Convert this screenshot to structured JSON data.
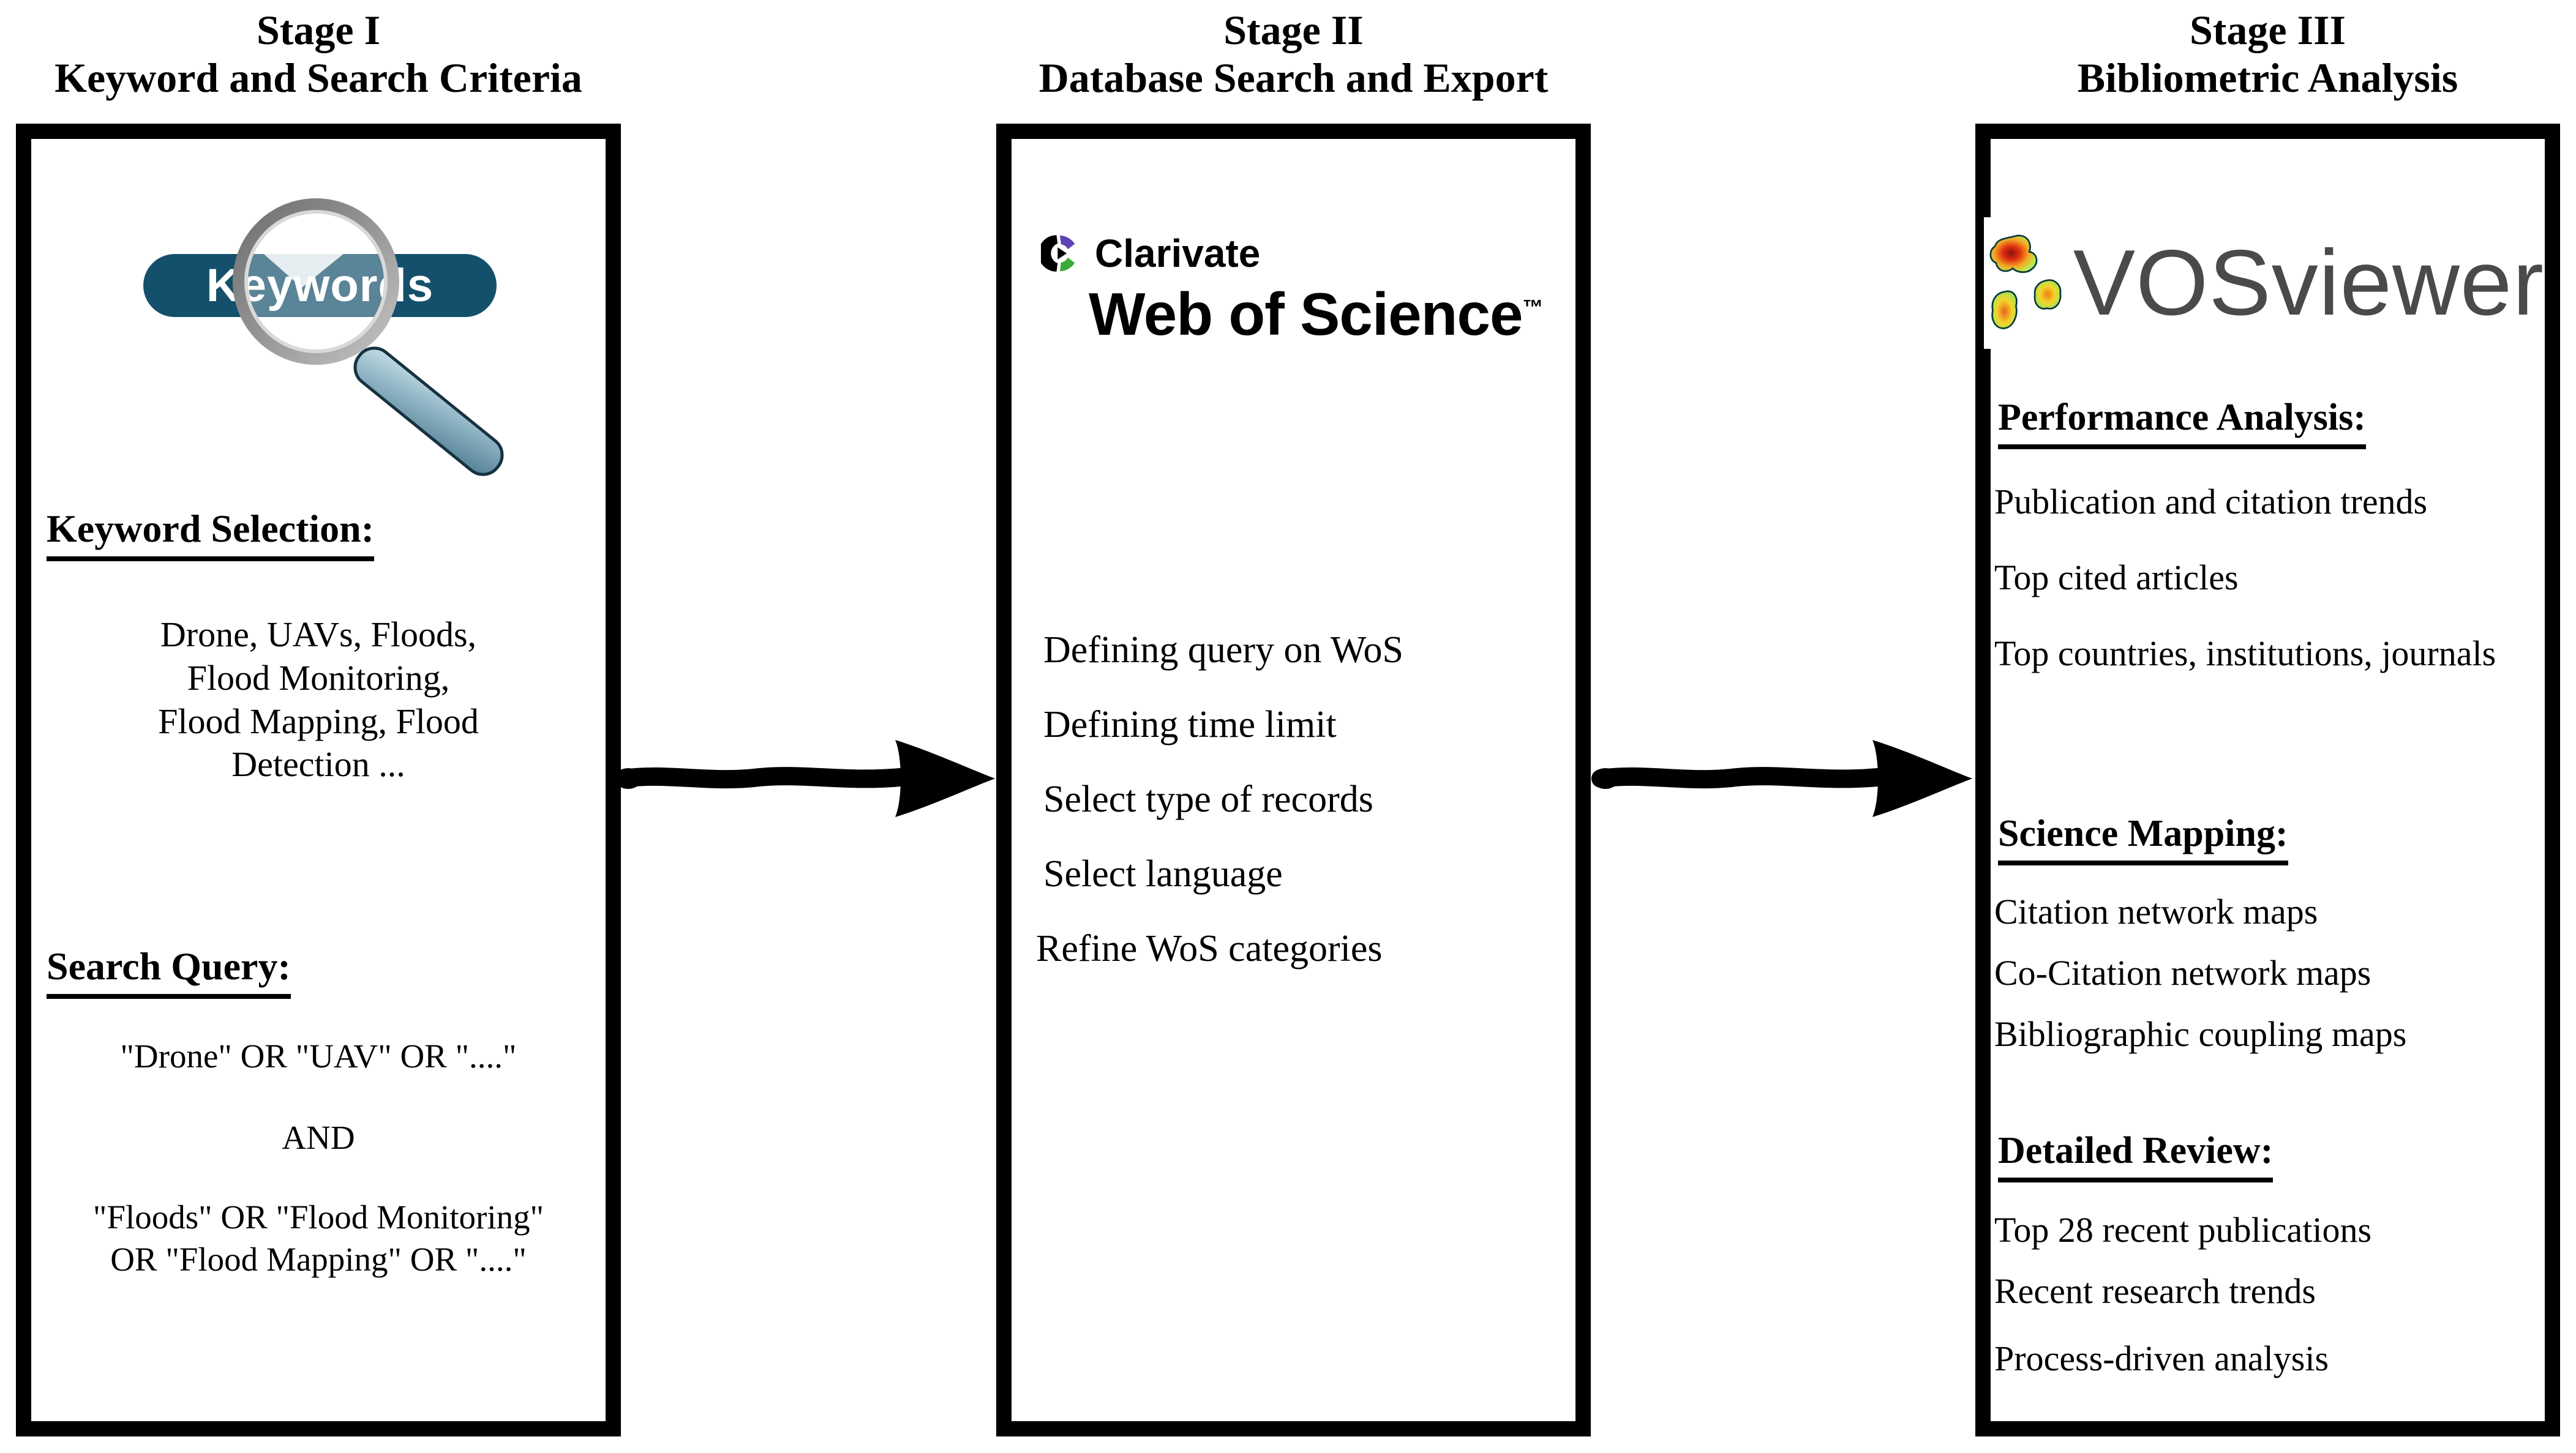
{
  "stage1": {
    "title_line1": "Stage I",
    "title_line2": "Keyword and Search Criteria",
    "keywords_badge": "Keywords",
    "keyword_selection": {
      "heading": "Keyword Selection:",
      "lines": [
        "Drone, UAVs, Floods,",
        "Flood Monitoring,",
        "Flood Mapping, Flood",
        "Detection ..."
      ]
    },
    "search_query": {
      "heading": "Search Query:",
      "line1": "\"Drone\" OR \"UAV\" OR \"....\"",
      "operator": "AND",
      "line3a": "\"Floods\" OR \"Flood Monitoring\"",
      "line3b": "OR \"Flood Mapping\" OR \"....\""
    }
  },
  "stage2": {
    "title_line1": "Stage II",
    "title_line2": "Database Search and Export",
    "logo": {
      "brand": "Clarivate",
      "product": "Web of Science",
      "trademark": "™"
    },
    "items": [
      "Defining query on WoS",
      "Defining time limit",
      "Select type of records",
      "Select language",
      "Refine WoS categories"
    ]
  },
  "stage3": {
    "title_line1": "Stage III",
    "title_line2": "Bibliometric Analysis",
    "logo": {
      "product": "VOSviewer"
    },
    "performance": {
      "heading": "Performance Analysis:",
      "items": [
        "Publication and citation trends",
        "Top cited articles",
        "Top countries, institutions, journals"
      ]
    },
    "mapping": {
      "heading": "Science Mapping:",
      "items": [
        "Citation network maps",
        "Co-Citation network maps",
        "Bibliographic coupling maps"
      ]
    },
    "review": {
      "heading": "Detailed Review:",
      "items": [
        "Top 28 recent publications",
        "Recent research trends",
        "Process-driven analysis"
      ]
    }
  },
  "colors": {
    "keywords_pill": "#14506b",
    "clarivate_purple": "#5d43b4",
    "clarivate_green": "#3aa935",
    "vosviewer_text": "#4a4a4a",
    "magnifier_handle": "#7fa8ba",
    "ink": "#000000"
  }
}
